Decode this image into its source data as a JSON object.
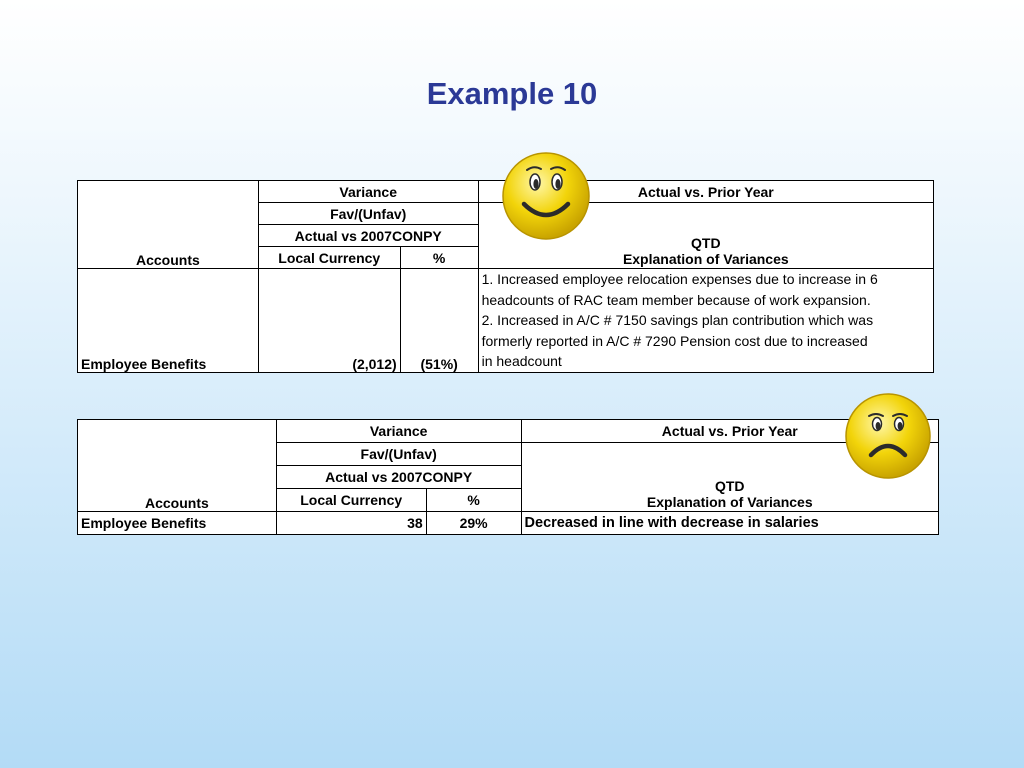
{
  "slide": {
    "title": "Example 10"
  },
  "headers": {
    "variance": "Variance",
    "fav_unfav": "Fav/(Unfav)",
    "actual_vs_conpy": "Actual vs 2007CONPY",
    "local_currency": "Local Currency",
    "percent": "%",
    "accounts": "Accounts",
    "actual_vs_prior_year": "Actual vs. Prior Year",
    "qtd": "QTD",
    "explanation": "Explanation of Variances"
  },
  "table1": {
    "account": "Employee Benefits",
    "local_currency": "(2,012)",
    "percent": "(51%)",
    "explanation_lines": [
      "1. Increased employee relocation expenses due to increase in 6",
      "headcounts of RAC team member because of work expansion.",
      "2. Increased in A/C # 7150 savings plan contribution which was",
      "formerly reported in A/C # 7290 Pension cost due to increased",
      "in headcount"
    ],
    "face_icon": "smiley-face-icon",
    "face_color": "#f2d40a"
  },
  "table2": {
    "account": "Employee Benefits",
    "local_currency": "38",
    "percent": "29%",
    "explanation": "Decreased in line with decrease in salaries",
    "face_icon": "frowning-face-icon",
    "face_color": "#f2d40a"
  }
}
